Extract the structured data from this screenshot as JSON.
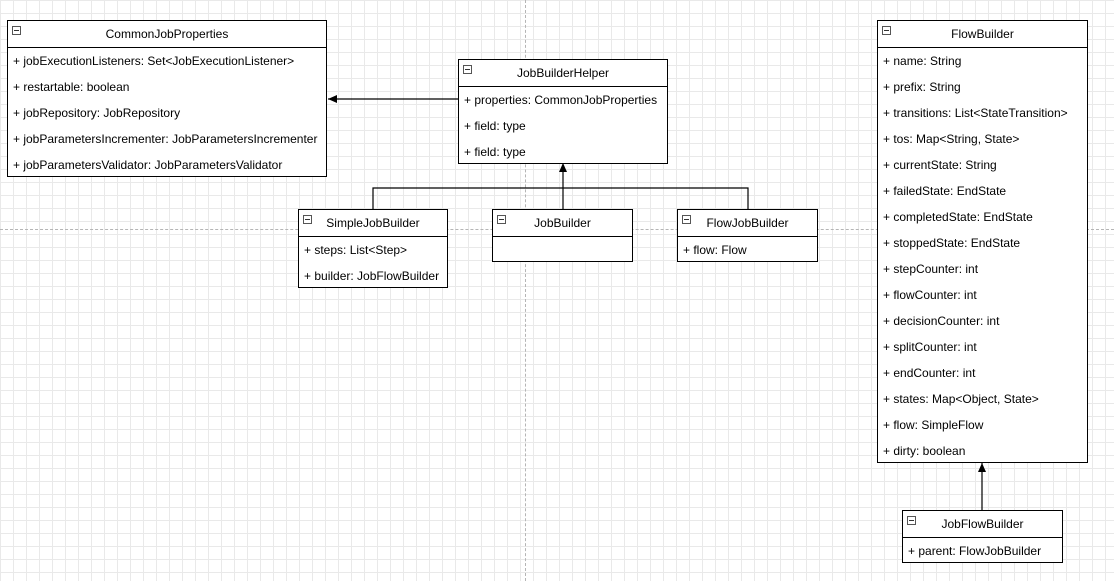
{
  "classes": {
    "common_job_properties": {
      "name": "CommonJobProperties",
      "attributes": [
        "+ jobExecutionListeners: Set<JobExecutionListener>",
        "+ restartable: boolean",
        "+ jobRepository: JobRepository",
        "+ jobParametersIncrementer: JobParametersIncrementer",
        "+ jobParametersValidator: JobParametersValidator"
      ]
    },
    "job_builder_helper": {
      "name": "JobBuilderHelper",
      "attributes": [
        "+ properties: CommonJobProperties",
        "+ field: type",
        "+ field: type"
      ]
    },
    "simple_job_builder": {
      "name": "SimpleJobBuilder",
      "attributes": [
        "+ steps: List<Step>",
        "+ builder: JobFlowBuilder"
      ]
    },
    "job_builder": {
      "name": "JobBuilder",
      "attributes": []
    },
    "flow_job_builder": {
      "name": "FlowJobBuilder",
      "attributes": [
        "+ flow: Flow"
      ]
    },
    "flow_builder": {
      "name": "FlowBuilder",
      "attributes": [
        "+ name: String",
        "+ prefix: String",
        "+ transitions: List<StateTransition>",
        "+ tos: Map<String, State>",
        "+ currentState: String",
        "+ failedState: EndState",
        "+ completedState: EndState",
        "+ stoppedState: EndState",
        "+ stepCounter: int",
        "+ flowCounter: int",
        "+ decisionCounter: int",
        "+ splitCounter: int",
        "+ endCounter: int",
        "+ states: Map<Object, State>",
        "+ flow: SimpleFlow",
        "+ dirty: boolean"
      ]
    },
    "job_flow_builder": {
      "name": "JobFlowBuilder",
      "attributes": [
        "+ parent: FlowJobBuilder"
      ]
    }
  }
}
